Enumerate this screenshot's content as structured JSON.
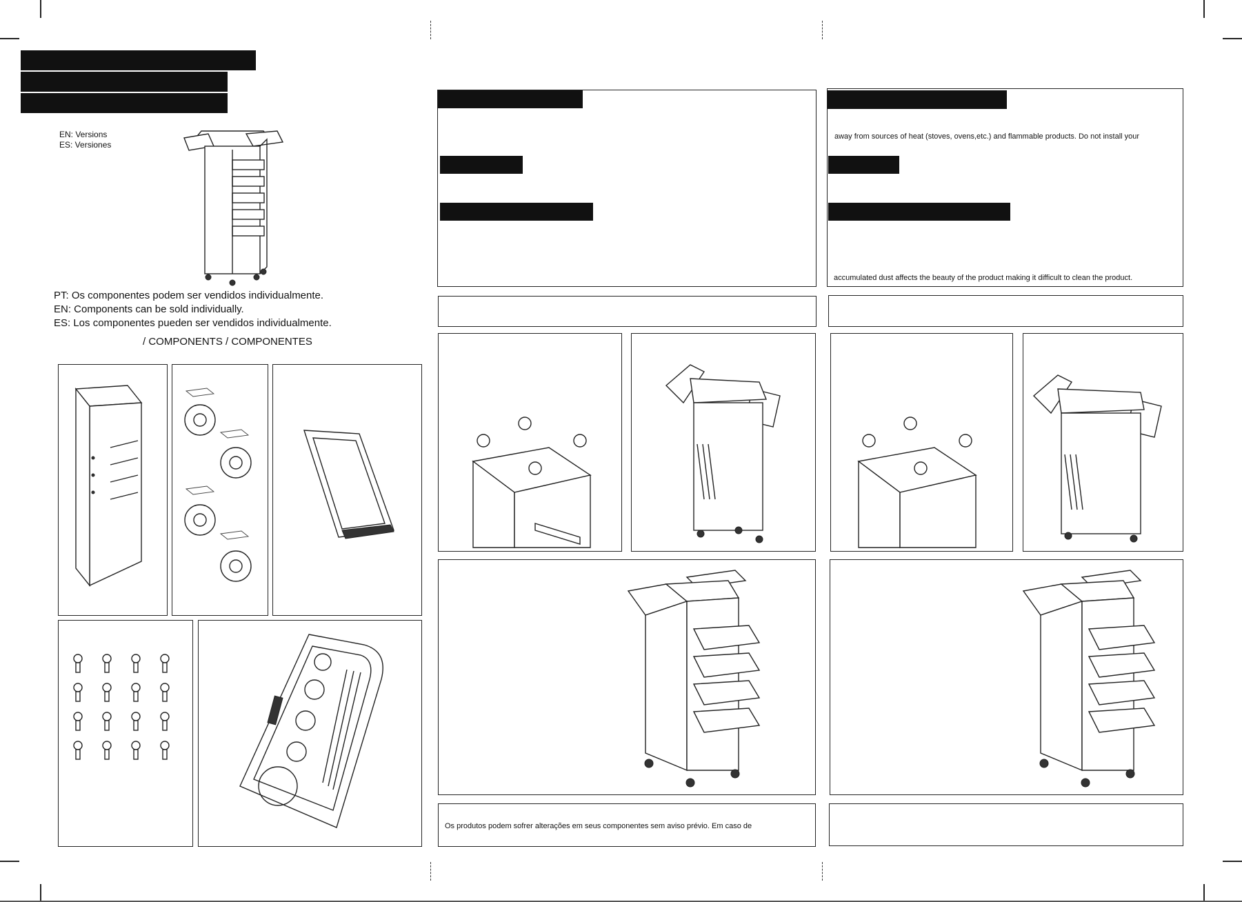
{
  "versions": {
    "en": "EN: Versions",
    "es": "ES: Versiones"
  },
  "note": {
    "pt": "PT: Os componentes podem ser vendidos individualmente.",
    "en": "EN: Components can be sold individually.",
    "es": "ES: Los componentes pueden ser vendidos individualmente."
  },
  "components_heading": "/ COMPONENTS / COMPONENTES",
  "panel_right_top": {
    "line1": "away from sources of heat (stoves, ovens,etc.) and flammable products. Do not install your",
    "line2": "accumulated dust affects the beauty of the product making it difficult to clean the product."
  },
  "footer_left": "Os produtos podem sofrer alterações em seus componentes sem aviso prévio. Em caso de",
  "icons": [
    "cart-drawing-icon",
    "cabinet-icon",
    "caster-wheels-icon",
    "drawer-tray-icon",
    "screws-icon",
    "top-tray-icon",
    "assembly-step-icon"
  ]
}
